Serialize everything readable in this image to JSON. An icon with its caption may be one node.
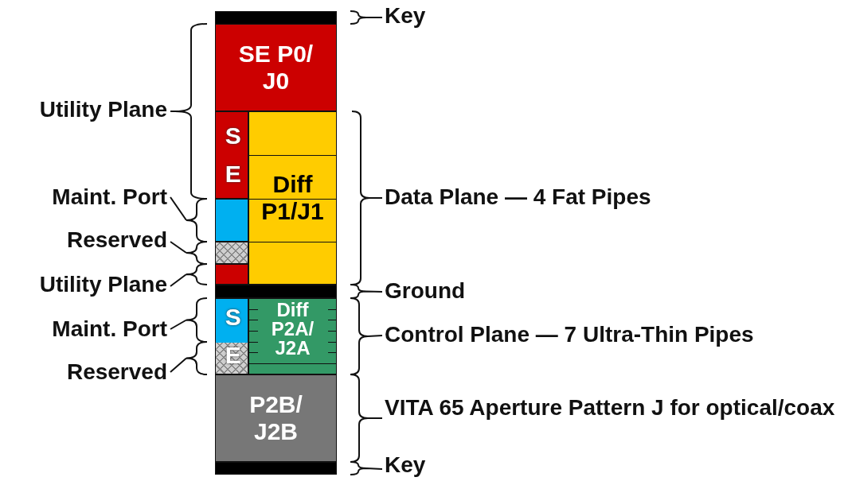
{
  "diagram": {
    "nodes": [
      {
        "text": [],
        "shape": "bar"
      },
      {
        "text": [
          "SE P0/J0"
        ]
      },
      {
        "text": [
          "SE"
        ]
      },
      {
        "text": [
          "Diff P1/J1"
        ]
      },
      {
        "text": [],
        "shape": "box"
      },
      {
        "text": [],
        "shape": "box"
      },
      {
        "text": [],
        "shape": "box"
      },
      {
        "text": [],
        "shape": "bar"
      },
      {
        "text": [
          "SE"
        ]
      },
      {
        "text": [
          "Diff P2A/J2A"
        ]
      },
      {
        "text": [
          "P2B/J2B"
        ]
      },
      {
        "text": [],
        "shape": "bar"
      }
    ],
    "labels": [
      "Key",
      "Utility Plane",
      "Maint. Port",
      "Data Plane — 4 Fat Pipes",
      "Reserved",
      "Utility Plane",
      "Ground",
      "Maint. Port",
      "Control Plane — 7 Ultra-Thin Pipes",
      "Reserved",
      "VITA 65 Aperture Pattern J for optical/coax",
      "Key"
    ]
  }
}
